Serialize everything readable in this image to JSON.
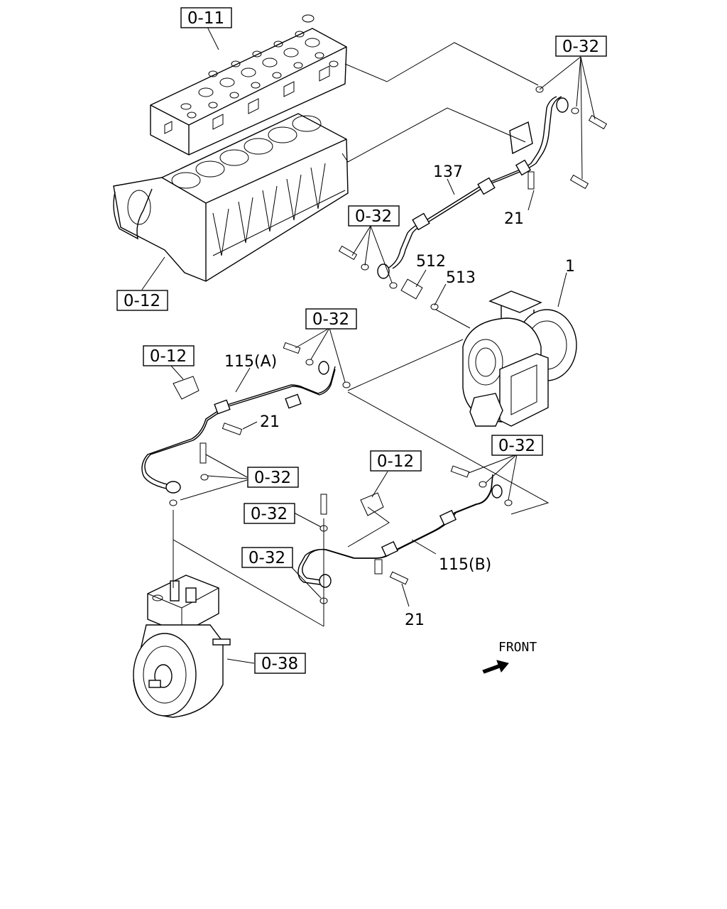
{
  "ref_boxes": {
    "cyl_head": "0-11",
    "top_right_hardware": "0-32",
    "mid_hardware": "0-32",
    "cyl_block": "0-12",
    "pipe_a_hardware": "0-32",
    "pipe_a_bracket": "0-12",
    "pipe_a_lower_hardware": "0-32",
    "pipe_b_bracket": "0-12",
    "pipe_b_right_hardware": "0-32",
    "pipe_b_upper_hardware": "0-32",
    "pipe_b_lower_hardware": "0-32",
    "compressor": "0-38"
  },
  "part_numbers": {
    "pipe_137": "137",
    "bolt_21_top": "21",
    "connector_512": "512",
    "gasket_513": "513",
    "turbo_1": "1",
    "pipe_115a": "115(A)",
    "bolt_21_mid": "21",
    "pipe_115b": "115(B)",
    "bolt_21_bottom": "21"
  },
  "front_indicator": {
    "label": "FRONT"
  }
}
